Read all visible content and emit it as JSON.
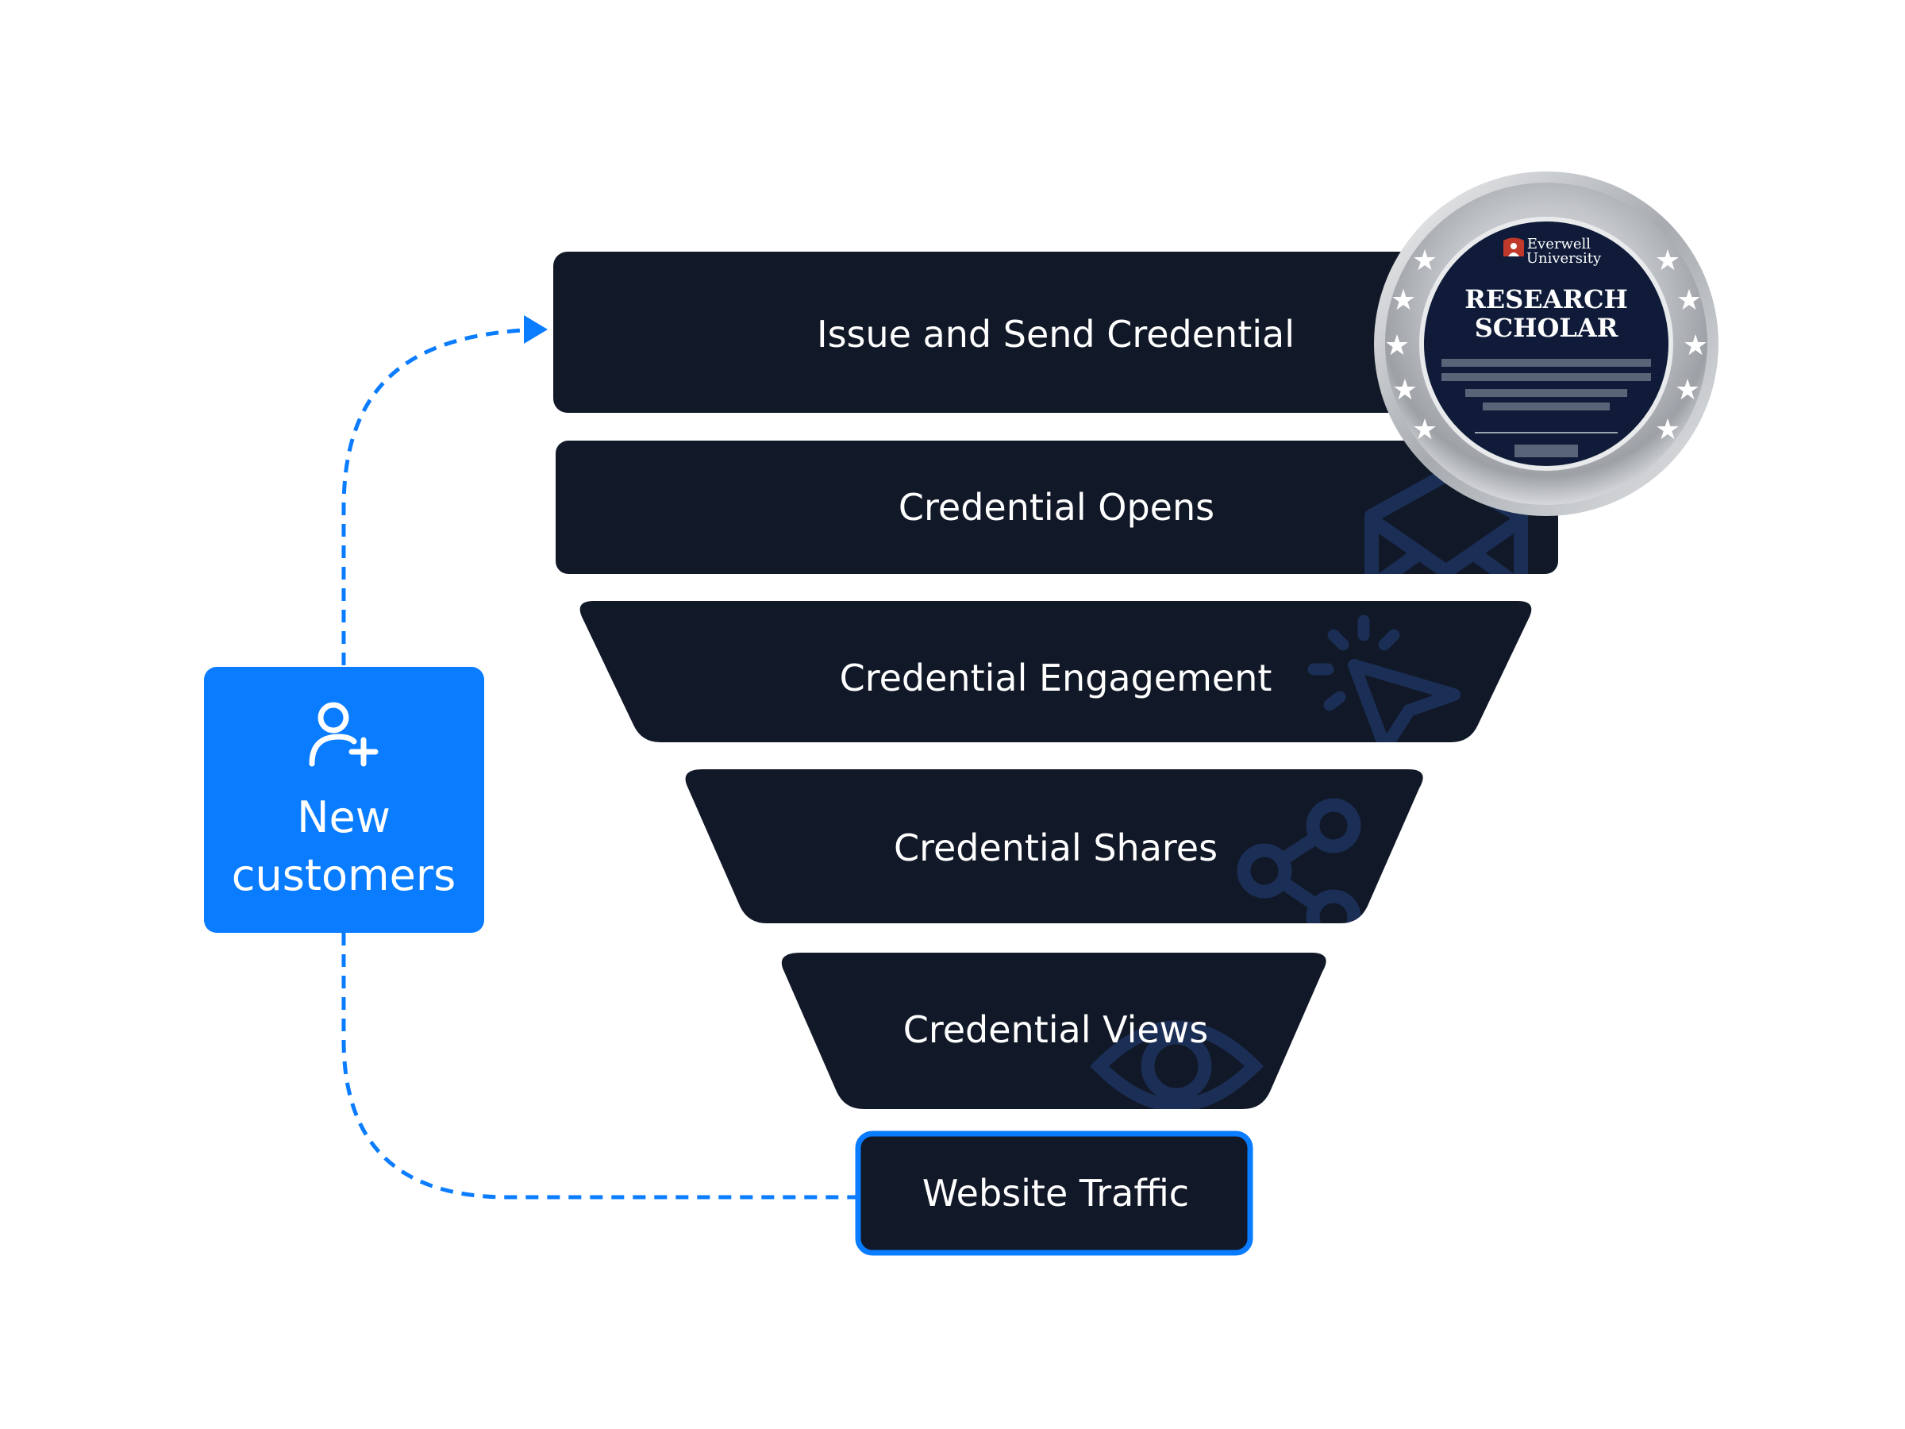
{
  "colors": {
    "stage_fill": "#111827",
    "accent_blue": "#0A7CFF",
    "watermark_icon": "#1B2E55",
    "badge_silver": "#B9BCC0",
    "badge_center": "#0F1B38"
  },
  "funnel": {
    "stages": [
      {
        "label": "Issue and Send Credential",
        "icon": "badge-icon"
      },
      {
        "label": "Credential Opens",
        "icon": "envelope-icon"
      },
      {
        "label": "Credential Engagement",
        "icon": "cursor-click-icon"
      },
      {
        "label": "Credential Shares",
        "icon": "share-icon"
      },
      {
        "label": "Credential Views",
        "icon": "eye-icon"
      },
      {
        "label": "Website Traffic",
        "icon": ""
      }
    ]
  },
  "new_customers": {
    "line1": "New",
    "line2": "customers",
    "icon": "user-plus-icon"
  },
  "badge": {
    "org_line1": "Everwell",
    "org_line2": "University",
    "title_line1": "RESEARCH",
    "title_line2": "SCHOLAR",
    "icon": "university-crest-icon"
  }
}
